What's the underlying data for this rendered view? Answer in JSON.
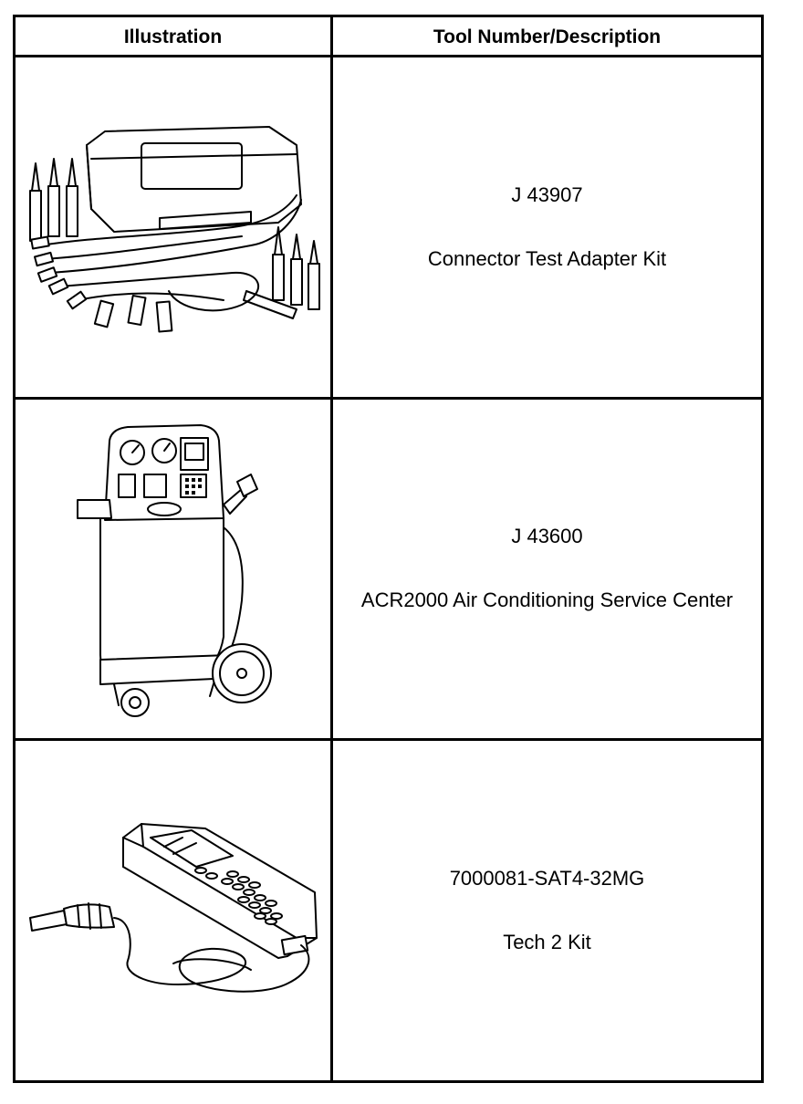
{
  "table": {
    "headers": {
      "illustration": "Illustration",
      "description": "Tool Number/Description"
    },
    "rows": [
      {
        "tool_number": "J 43907",
        "description": "Connector Test Adapter Kit",
        "illustration_icon": "connector-test-adapter-kit-illustration"
      },
      {
        "tool_number": "J 43600",
        "description": "ACR2000 Air Conditioning Service Center",
        "illustration_icon": "ac-service-center-illustration"
      },
      {
        "tool_number": "7000081-SAT4-32MG",
        "description": "Tech 2 Kit",
        "illustration_icon": "tech2-scan-tool-illustration"
      }
    ]
  }
}
